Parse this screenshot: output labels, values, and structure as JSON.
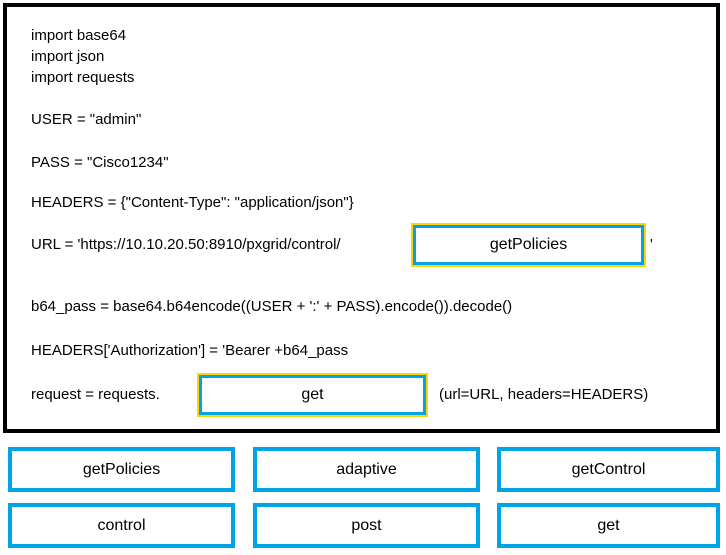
{
  "colors": {
    "option_border": "#00a2e8",
    "dropzone_border": "#00a2e8",
    "dropzone_highlight": "#ffd500",
    "panel_border": "#000000",
    "text": "#000000",
    "background": "#ffffff"
  },
  "code": {
    "lines": [
      "import base64",
      "import json",
      "import requests",
      "USER = \"admin\"",
      "PASS = \"Cisco1234\"",
      "HEADERS = {\"Content-Type\": \"application/json\"}"
    ],
    "url_line": {
      "prefix": "URL = 'https://10.10.20.50:8910/pxgrid/control/",
      "dropzone_value": "getPolicies",
      "suffix": "'"
    },
    "post_lines": [
      "b64_pass = base64.b64encode((USER + ':' + PASS).encode()).decode()",
      "HEADERS['Authorization'] = 'Bearer +b64_pass"
    ],
    "request_line": {
      "prefix": "request = requests.",
      "dropzone_value": "get",
      "suffix": "(url=URL, headers=HEADERS)"
    }
  },
  "options": [
    "getPolicies",
    "adaptive",
    "getControl",
    "control",
    "post",
    "get"
  ]
}
